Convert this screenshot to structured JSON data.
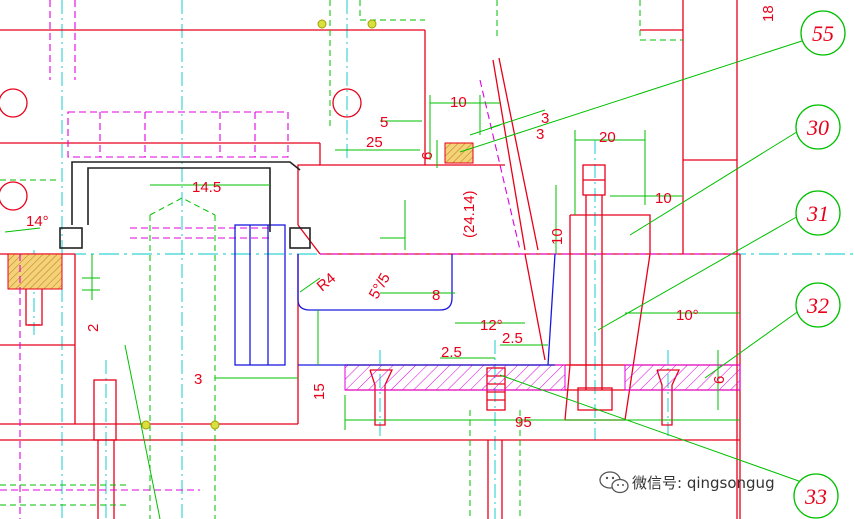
{
  "drawing": {
    "colors": {
      "outline": "#e8001a",
      "dimension": "#00c000",
      "hidden": "#e000e0",
      "center": "#00c8c8",
      "insert": "#1a1ae0",
      "seal": "#222222",
      "hatch": "#e8b84a"
    },
    "dimensions": [
      {
        "id": "dim-5",
        "text": "5"
      },
      {
        "id": "dim-10-top",
        "text": "10"
      },
      {
        "id": "dim-3-a",
        "text": "3"
      },
      {
        "id": "dim-3-b",
        "text": "3"
      },
      {
        "id": "dim-25",
        "text": "25"
      },
      {
        "id": "dim-6-left",
        "text": "6"
      },
      {
        "id": "dim-20",
        "text": "20"
      },
      {
        "id": "dim-10-mid",
        "text": "10"
      },
      {
        "id": "dim-14-5",
        "text": "14.5"
      },
      {
        "id": "dim-14deg",
        "text": "14°"
      },
      {
        "id": "dim-24-14",
        "text": "(24.14)"
      },
      {
        "id": "dim-10-vert",
        "text": "10"
      },
      {
        "id": "dim-r4",
        "text": "R4"
      },
      {
        "id": "dim-5-5",
        "text": "5°/5"
      },
      {
        "id": "dim-8",
        "text": "8"
      },
      {
        "id": "dim-2",
        "text": "2"
      },
      {
        "id": "dim-12deg",
        "text": "12°"
      },
      {
        "id": "dim-2-5-a",
        "text": "2.5"
      },
      {
        "id": "dim-2-5-b",
        "text": "2.5"
      },
      {
        "id": "dim-10deg",
        "text": "10°"
      },
      {
        "id": "dim-3-c",
        "text": "3"
      },
      {
        "id": "dim-15",
        "text": "15"
      },
      {
        "id": "dim-95",
        "text": "95"
      },
      {
        "id": "dim-6-right",
        "text": "6"
      },
      {
        "id": "dim-18",
        "text": "18"
      }
    ],
    "callouts": [
      {
        "id": "callout-55",
        "label": "55"
      },
      {
        "id": "callout-30",
        "label": "30"
      },
      {
        "id": "callout-31",
        "label": "31"
      },
      {
        "id": "callout-32",
        "label": "32"
      },
      {
        "id": "callout-33",
        "label": "33"
      }
    ],
    "watermark": {
      "icon": "wechat-icon",
      "text": "微信号: qingsongug"
    }
  }
}
